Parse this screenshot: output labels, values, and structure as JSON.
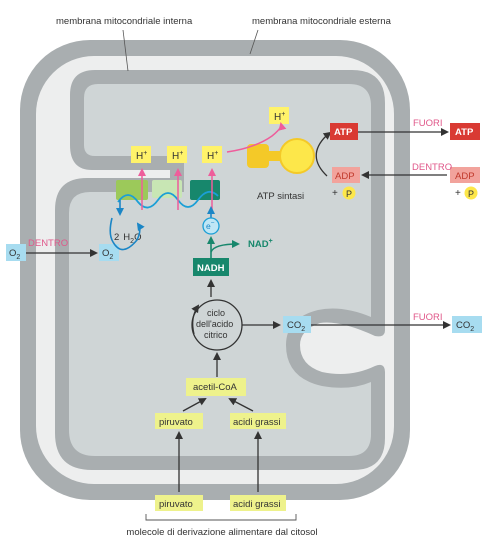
{
  "labels": {
    "inner_membrane": "membrana mitocondriale interna",
    "outer_membrane": "membrana mitocondriale esterna",
    "atp_synthase": "ATP sintasi",
    "cycle_line1": "ciclo",
    "cycle_line2": "dell'acido",
    "cycle_line3": "citrico",
    "bottom_caption": "molecole di derivazione alimentare dal citosol"
  },
  "molecules": {
    "h_plus": "H",
    "h_sup": "+",
    "atp": "ATP",
    "adp": "ADP",
    "p": "P",
    "plus": "+",
    "o2_o": "O",
    "o2_sub": "2",
    "water_coef": "2",
    "water_h": "H",
    "water_sub": "2",
    "water_o": "O",
    "electron": "e",
    "electron_sup": "−",
    "nadh": "NADH",
    "nad": "NAD",
    "nad_sup": "+",
    "co2_co": "CO",
    "co2_sub": "2",
    "acetyl_coa": "acetil-CoA",
    "pyruvate": "piruvato",
    "fatty_acids": "acidi grassi"
  },
  "directions": {
    "out_atp": "FUORI",
    "in_adp": "DENTRO",
    "in_o2": "DENTRO",
    "out_co2": "FUORI"
  },
  "colors": {
    "membrane_gray": "#a9aeb0",
    "matrix_fill": "#cfd5d6",
    "space_fill": "#edeeee",
    "h_box": "#fff36a",
    "acetyl_box": "#eef28c",
    "atp_red": "#d93a33",
    "adp_pink": "#f2a39c",
    "o2_blue": "#a7dcf0",
    "nadh_teal": "#17876c",
    "label_pink": "#e0588a",
    "proton_arrow": "#ee5d9b"
  }
}
